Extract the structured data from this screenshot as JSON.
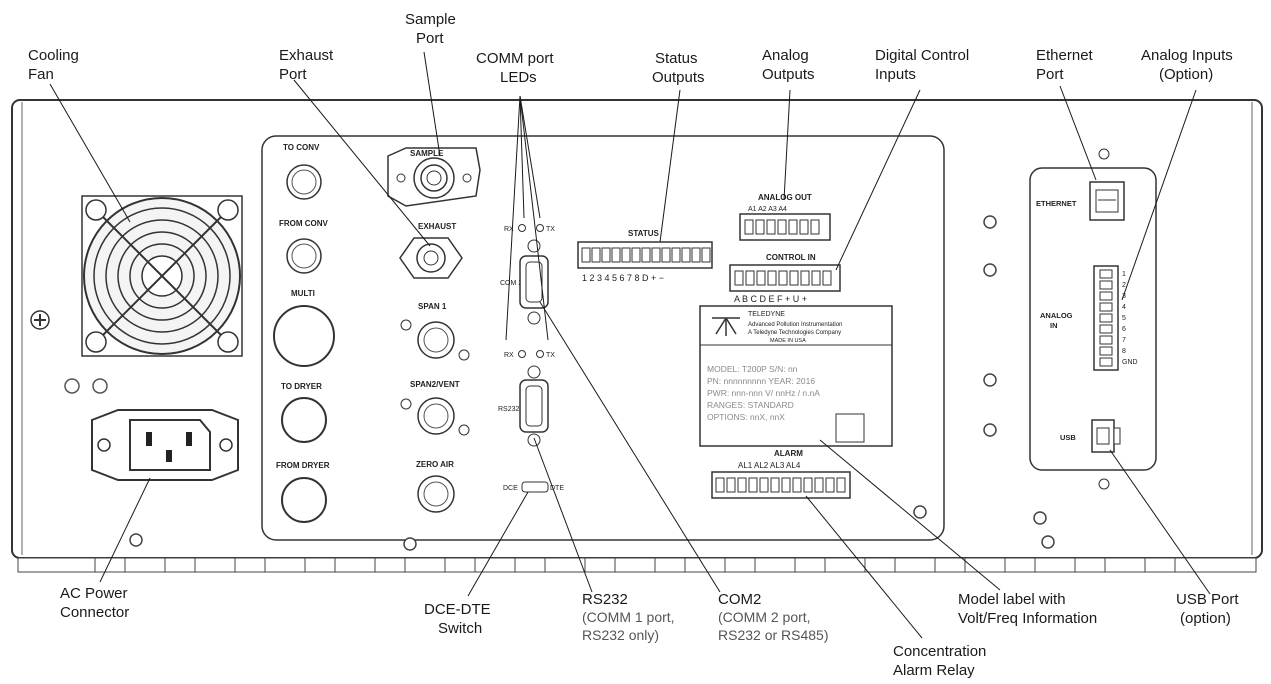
{
  "callouts": {
    "cooling_fan": [
      "Cooling",
      "Fan"
    ],
    "exhaust_port": [
      "Exhaust",
      "Port"
    ],
    "sample_port": [
      "Sample",
      "Port"
    ],
    "comm_leds": [
      "COMM port",
      "LEDs"
    ],
    "status_outputs": [
      "Status",
      "Outputs"
    ],
    "analog_outputs": [
      "Analog",
      "Outputs"
    ],
    "digital_control": [
      "Digital Control",
      "Inputs"
    ],
    "ethernet_port": [
      "Ethernet",
      "Port"
    ],
    "analog_inputs": [
      "Analog Inputs",
      "(Option)"
    ],
    "ac_power": [
      "AC Power",
      "Connector"
    ],
    "dce_dte": [
      "DCE-DTE",
      "Switch"
    ],
    "rs232": [
      "RS232",
      "(COMM 1 port,",
      "RS232 only)"
    ],
    "com2": [
      "COM2",
      "(COMM 2 port,",
      "RS232 or RS485)"
    ],
    "conc_alarm": [
      "Concentration",
      "Alarm Relay"
    ],
    "model_label": [
      "Model label with",
      "Volt/Freq Information"
    ],
    "usb_port": [
      "USB Port",
      "(option)"
    ]
  },
  "panel": {
    "to_conv": "TO CONV",
    "from_conv": "FROM CONV",
    "multi": "MULTI",
    "to_dryer": "TO DRYER",
    "from_dryer": "FROM DRYER",
    "sample": "SAMPLE",
    "exhaust": "EXHAUST",
    "span1": "SPAN 1",
    "span2vent": "SPAN2/VENT",
    "zero_air": "ZERO AIR",
    "rx": "RX",
    "tx": "TX",
    "com2": "COM 2",
    "rs232": "RS232",
    "dce": "DCE",
    "dte": "DTE",
    "status": "STATUS",
    "status_pins": "1 2 3 4 5 6 7 8 D  + −",
    "analog_out": "ANALOG OUT",
    "analog_channels": "A1   A2   A3   A4",
    "control_in": "CONTROL IN",
    "control_pins": "A B C D E F + U +",
    "alarm": "ALARM",
    "alarm_channels": "AL1   AL2   AL3   AL4",
    "ethernet": "ETHERNET",
    "analog_in": [
      "ANALOG",
      "IN"
    ],
    "analog_in_pins": [
      "1",
      "2",
      "3",
      "4",
      "5",
      "6",
      "7",
      "8",
      "GND"
    ],
    "usb": "USB"
  },
  "model_label": {
    "brand": "TELEDYNE",
    "sub1": "Advanced Pollution Instrumentation",
    "sub2": "A Teledyne Technologies Company",
    "sub3": "MADE IN USA",
    "model": "MODEL: T200P  S/N: nn",
    "pn": "PN: nnnnnnnnn    YEAR: 2016",
    "pwr": "PWR: nnn-nnn V/ nnHz / n.nA",
    "range": "RANGES: STANDARD",
    "options": "OPTIONS: nnX, nnX"
  }
}
